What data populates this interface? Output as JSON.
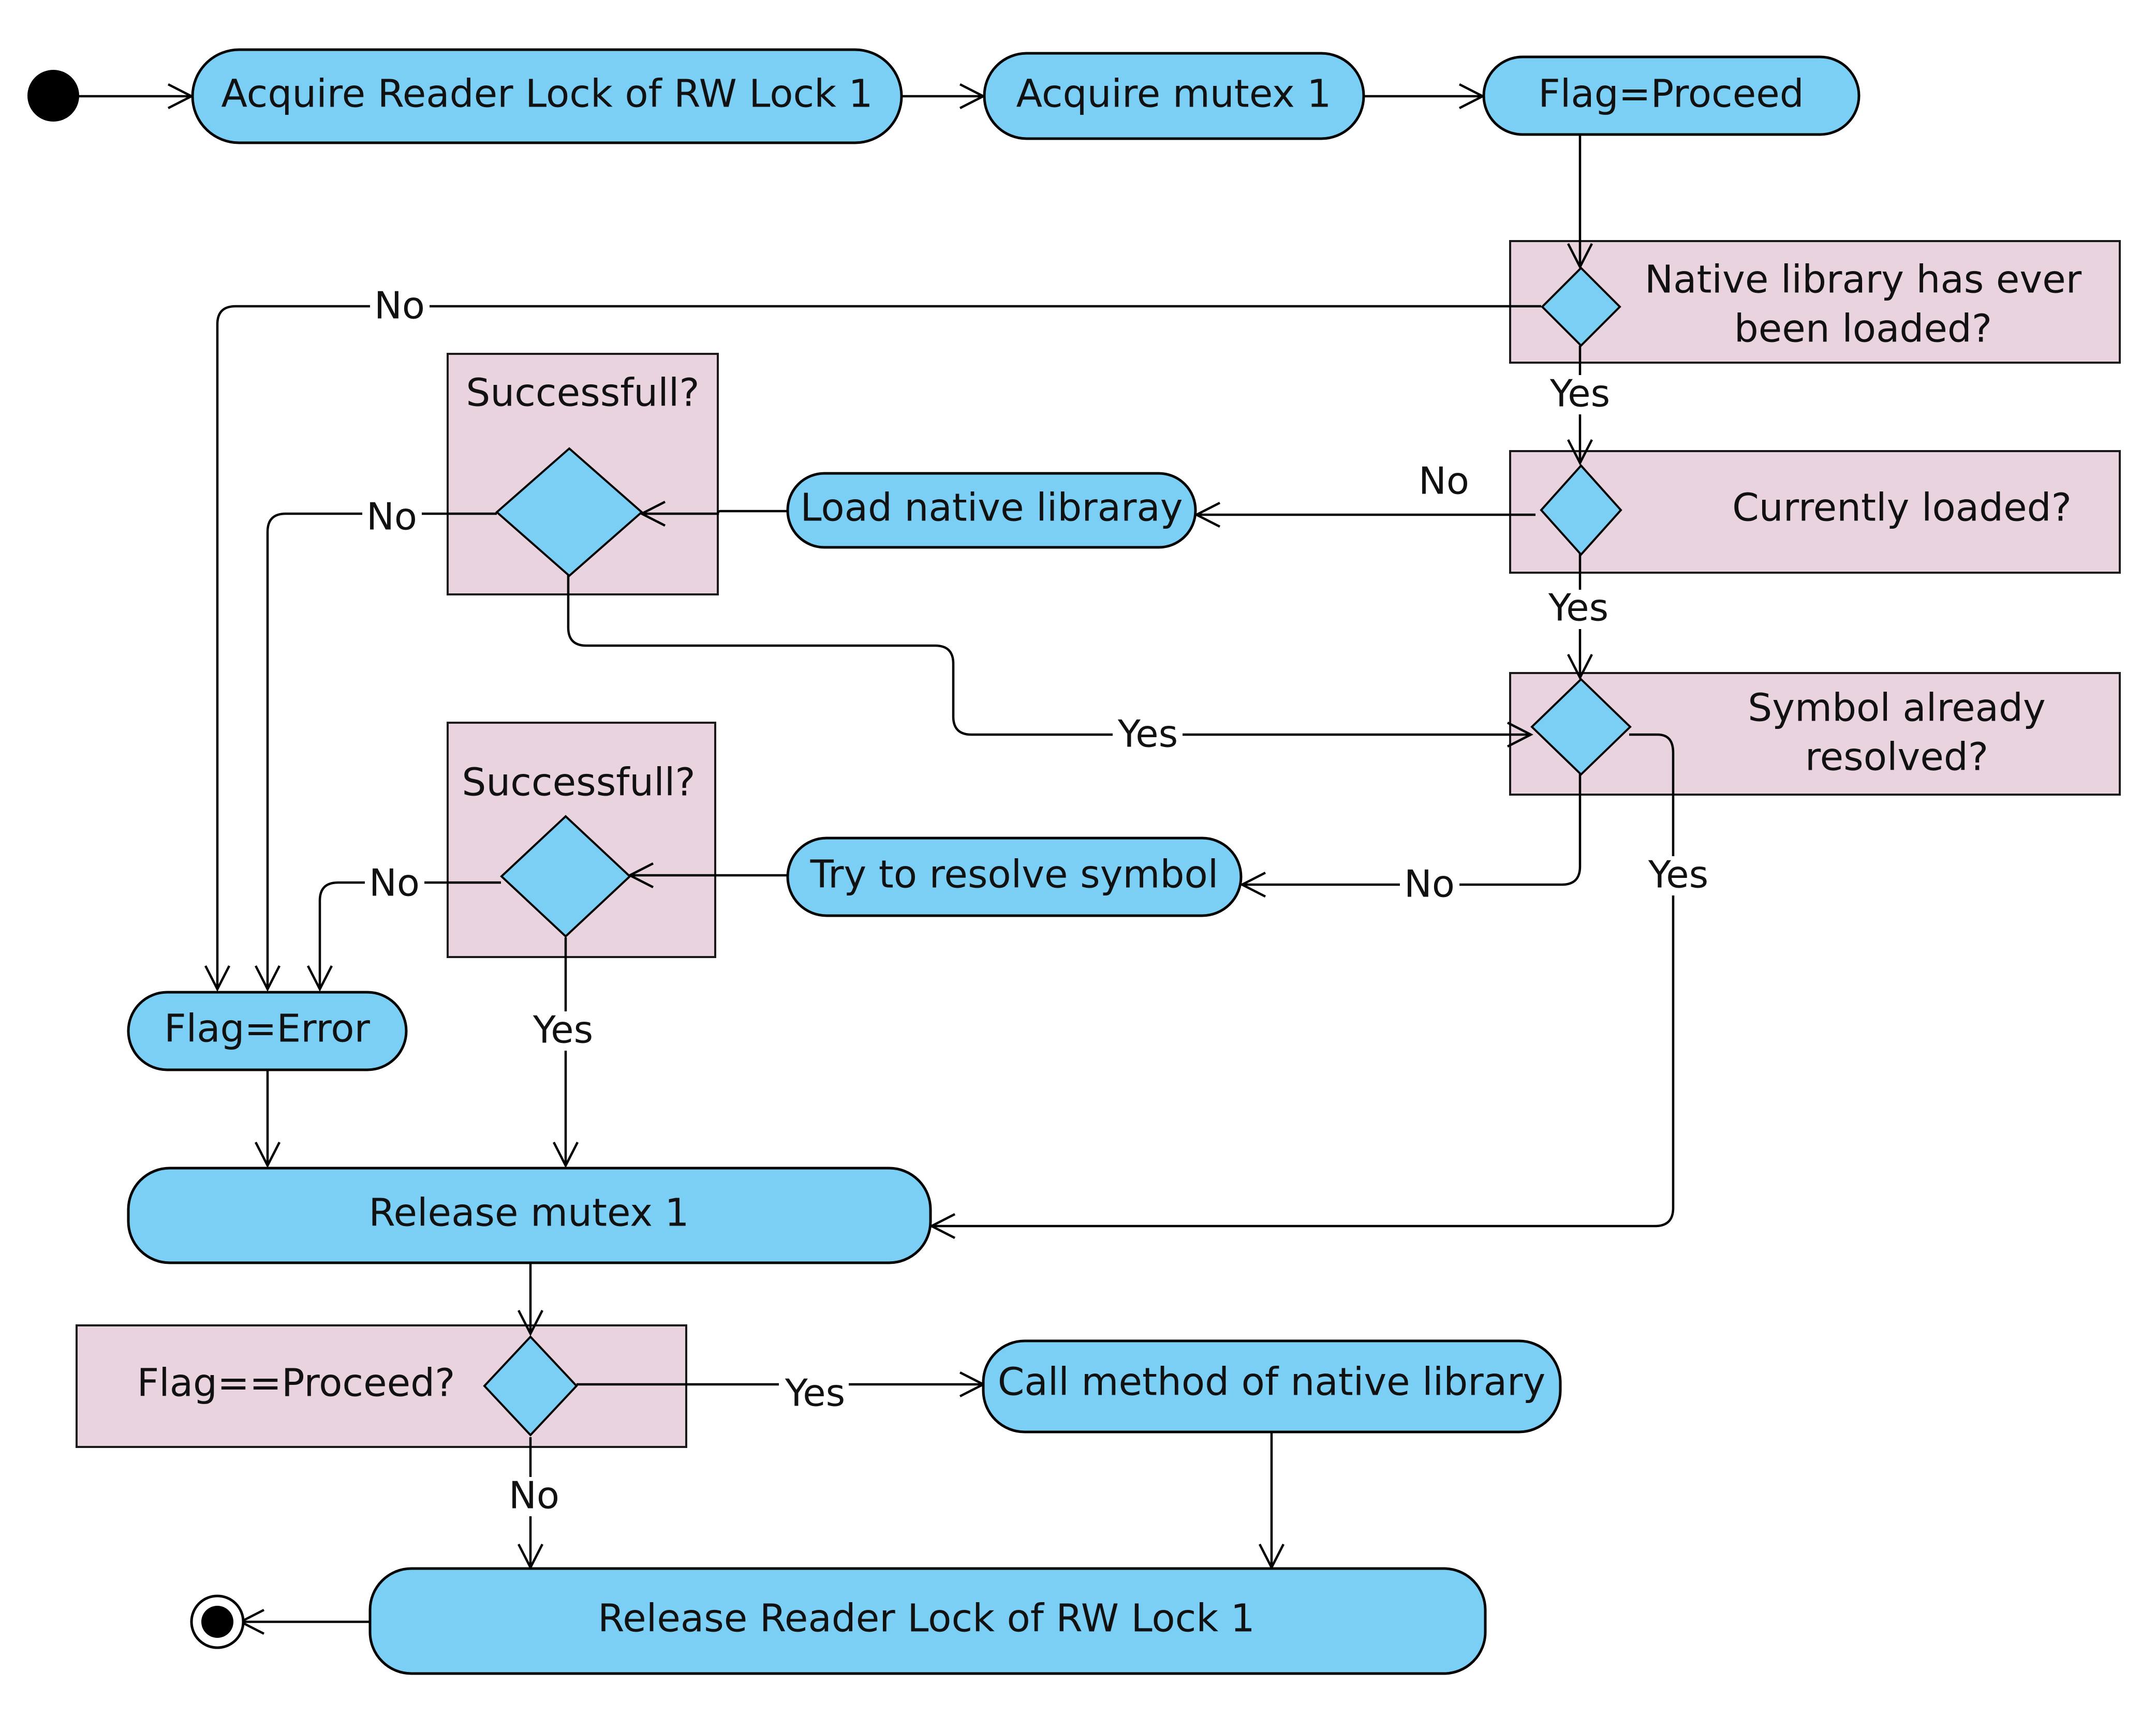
{
  "diagram": {
    "nodes": {
      "acquire_reader": "Acquire Reader Lock of RW Lock 1",
      "acquire_mutex": "Acquire mutex 1",
      "flag_proceed": "Flag=Proceed",
      "load_native": "Load native libraray",
      "try_resolve": "Try to resolve symbol",
      "flag_error": "Flag=Error",
      "release_mutex": "Release mutex 1",
      "call_method": "Call method of native library",
      "release_reader": "Release Reader Lock of RW Lock 1"
    },
    "conditions": {
      "ever_loaded": [
        "Native library has ever",
        "been loaded?"
      ],
      "currently_loaded": "Currently loaded?",
      "symbol_resolved": [
        "Symbol already",
        "resolved?"
      ],
      "successful_load": "Successfull?",
      "successful_resolve": "Successfull?",
      "flag_check": "Flag==Proceed?"
    },
    "edge_labels": {
      "ever_loaded_no": "No",
      "ever_loaded_yes": "Yes",
      "currently_loaded_no": "No",
      "currently_loaded_yes": "Yes",
      "load_success_no": "No",
      "load_success_yes": "Yes",
      "symbol_no": "No",
      "symbol_yes": "Yes",
      "resolve_success_no": "No",
      "resolve_success_yes": "Yes",
      "flag_yes": "Yes",
      "flag_no": "No"
    }
  }
}
